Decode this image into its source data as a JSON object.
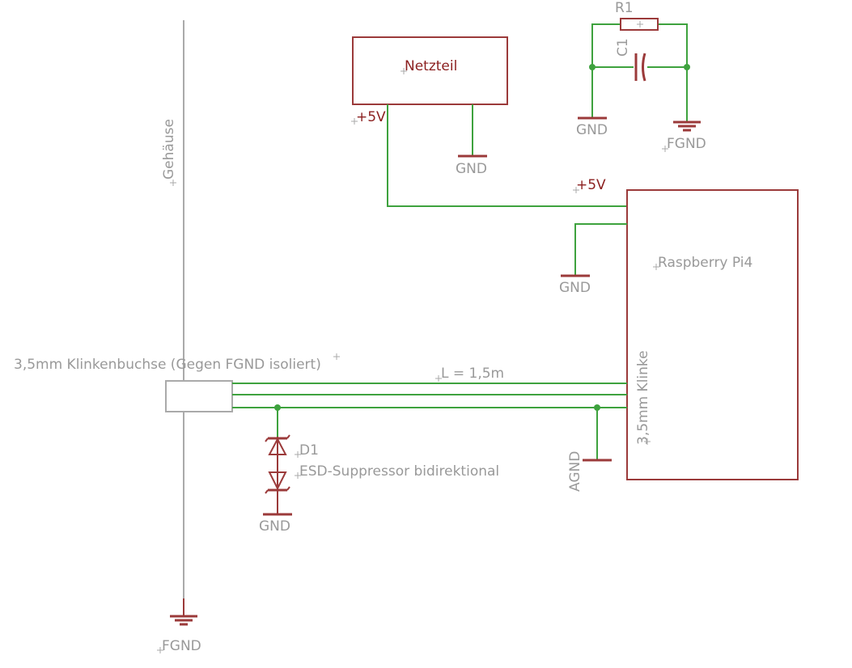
{
  "labels": {
    "netzteil": "Netzteil",
    "plus5v_psu": "+5V",
    "gnd_psu": "GND",
    "r1": "R1",
    "c1": "C1",
    "gnd_rc": "GND",
    "fgnd_rc": "FGND",
    "plus5v_pi": "+5V",
    "gnd_pi": "GND",
    "raspberry": "Raspberry Pi4",
    "klinke_pi": "3,5mm Klinke",
    "gehaeuse": "Gehäuse",
    "klinkenbuchse": "3,5mm Klinkenbuchse (Gegen FGND isoliert)",
    "cable_length": "L = 1,5m",
    "d1": "D1",
    "esd": "ESD-Suppressor bidirektional",
    "gnd_esd": "GND",
    "agnd": "AGND",
    "fgnd_bottom": "FGND"
  },
  "colors": {
    "wire": "#3ea23e",
    "symbol": "#9b3a3a",
    "enclosure": "#aaaaaa",
    "label_gray": "#999999",
    "label_dark": "#8b1f1f"
  }
}
